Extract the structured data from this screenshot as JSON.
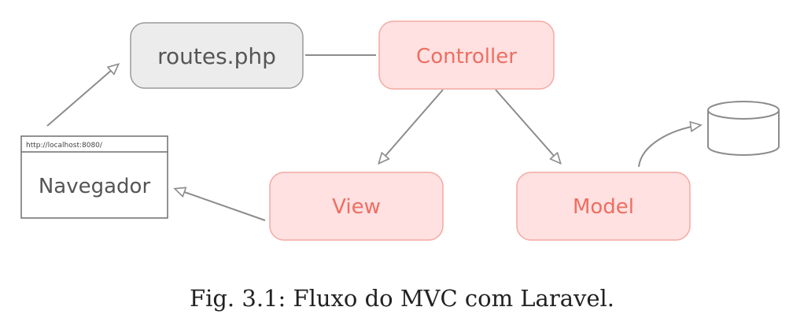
{
  "diagram": {
    "nodes": {
      "routes": {
        "label": "routes.php"
      },
      "controller": {
        "label": "Controller"
      },
      "view": {
        "label": "View"
      },
      "model": {
        "label": "Model"
      },
      "browser": {
        "label": "Navegador",
        "url": "http://localhost:8080/"
      },
      "database": {
        "icon": "database-icon"
      }
    },
    "edges": [
      {
        "from": "browser",
        "to": "routes",
        "arrow": true
      },
      {
        "from": "routes",
        "to": "controller",
        "arrow": false
      },
      {
        "from": "controller",
        "to": "view",
        "arrow": true
      },
      {
        "from": "controller",
        "to": "model",
        "arrow": true
      },
      {
        "from": "view",
        "to": "browser",
        "arrow": true
      },
      {
        "from": "model",
        "to": "database",
        "arrow": true
      }
    ],
    "colors": {
      "mvc_fill": "#ffe1e1",
      "mvc_stroke": "#f4a9a3",
      "mvc_text": "#ee6e62",
      "routes_fill": "#ececec",
      "routes_stroke": "#9a9a9a",
      "text_gray": "#555555",
      "line": "#8c8c8c"
    }
  },
  "caption": "Fig. 3.1: Fluxo do MVC com Laravel."
}
